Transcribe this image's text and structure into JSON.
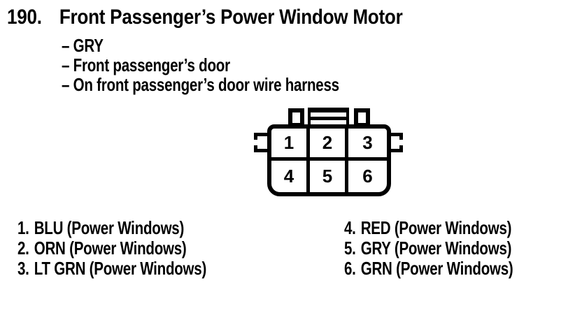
{
  "colors": {
    "ink": "#000000",
    "paper": "#ffffff"
  },
  "header": {
    "number": "190.",
    "title": "Front Passenger’s Power Window Motor"
  },
  "details": [
    {
      "text": "– GRY"
    },
    {
      "text": "– Front passenger’s door"
    },
    {
      "text": "– On front passenger’s door wire harness"
    }
  ],
  "connector": {
    "cells": [
      "1",
      "2",
      "3",
      "4",
      "5",
      "6"
    ]
  },
  "pins": {
    "left": [
      {
        "num": "1.",
        "label": "BLU (Power Windows)"
      },
      {
        "num": "2.",
        "label": "ORN (Power Windows)"
      },
      {
        "num": "3.",
        "label": "LT GRN (Power Windows)"
      }
    ],
    "right": [
      {
        "num": "4.",
        "label": "RED (Power Windows)"
      },
      {
        "num": "5.",
        "label": "GRY (Power Windows)"
      },
      {
        "num": "6.",
        "label": "GRN (Power Windows)"
      }
    ]
  }
}
